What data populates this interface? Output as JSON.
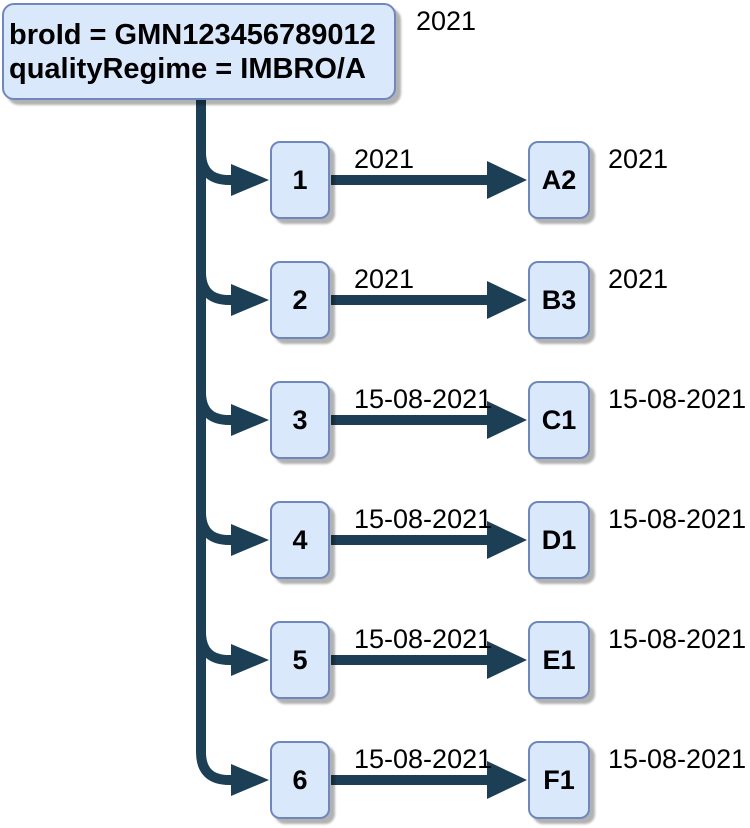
{
  "diagram": {
    "root": {
      "line1": "broId = GMN123456789012",
      "line2": "qualityRegime = IMBRO/A",
      "date_label": "2021"
    },
    "rows": [
      {
        "step": "1",
        "edge_date": "2021",
        "node": "A2",
        "node_date": "2021"
      },
      {
        "step": "2",
        "edge_date": "2021",
        "node": "B3",
        "node_date": "2021"
      },
      {
        "step": "3",
        "edge_date": "15-08-2021",
        "node": "C1",
        "node_date": "15-08-2021"
      },
      {
        "step": "4",
        "edge_date": "15-08-2021",
        "node": "D1",
        "node_date": "15-08-2021"
      },
      {
        "step": "5",
        "edge_date": "15-08-2021",
        "node": "E1",
        "node_date": "15-08-2021"
      },
      {
        "step": "6",
        "edge_date": "15-08-2021",
        "node": "F1",
        "node_date": "15-08-2021"
      }
    ],
    "colors": {
      "node_fill": "#DAE8FC",
      "node_border": "#6E88BD",
      "connector": "#1D3F55",
      "label_text": "#000000"
    }
  }
}
